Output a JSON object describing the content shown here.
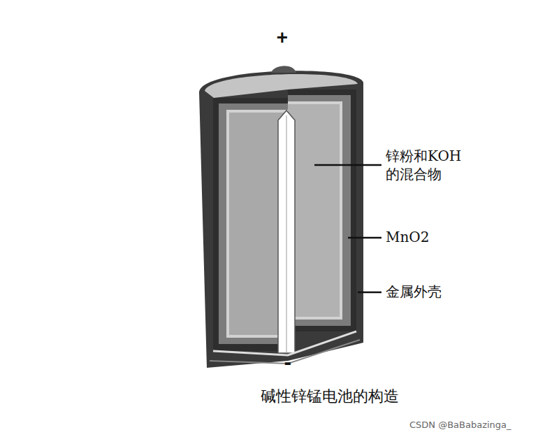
{
  "diagram": {
    "caption": "碱性锌锰电池的构造",
    "labels": [
      "+",
      "锌粉和KOH 的混合物",
      "MnO2",
      "金属外壳",
      "-",
      "CSDN @BaBabazinga_"
    ]
  }
}
